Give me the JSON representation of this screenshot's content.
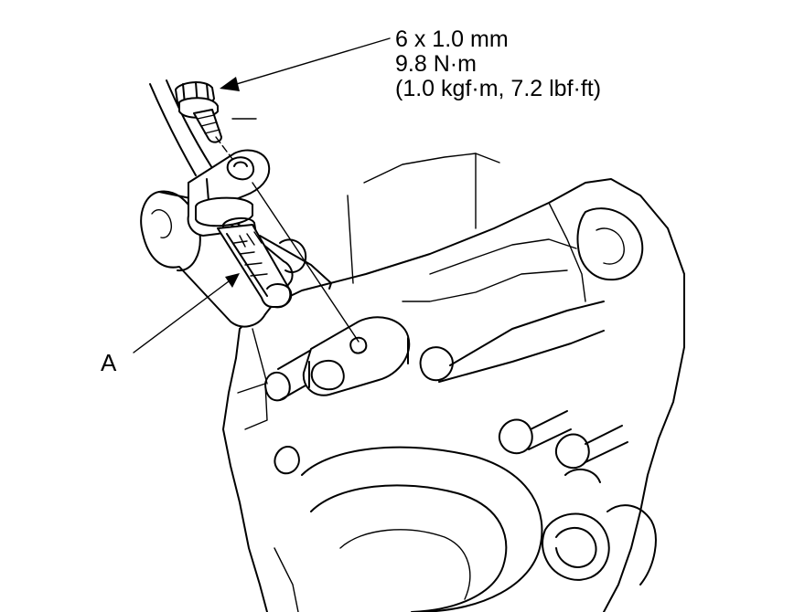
{
  "callouts": {
    "bolt_spec": {
      "size": "6 x 1.0 mm",
      "torque_nm": "9.8 N·m",
      "torque_alt": "(1.0 kgf·m, 7.2 lbf·ft)"
    },
    "part_a": {
      "label": "A"
    }
  },
  "colors": {
    "line": "#000000",
    "background": "#ffffff"
  }
}
